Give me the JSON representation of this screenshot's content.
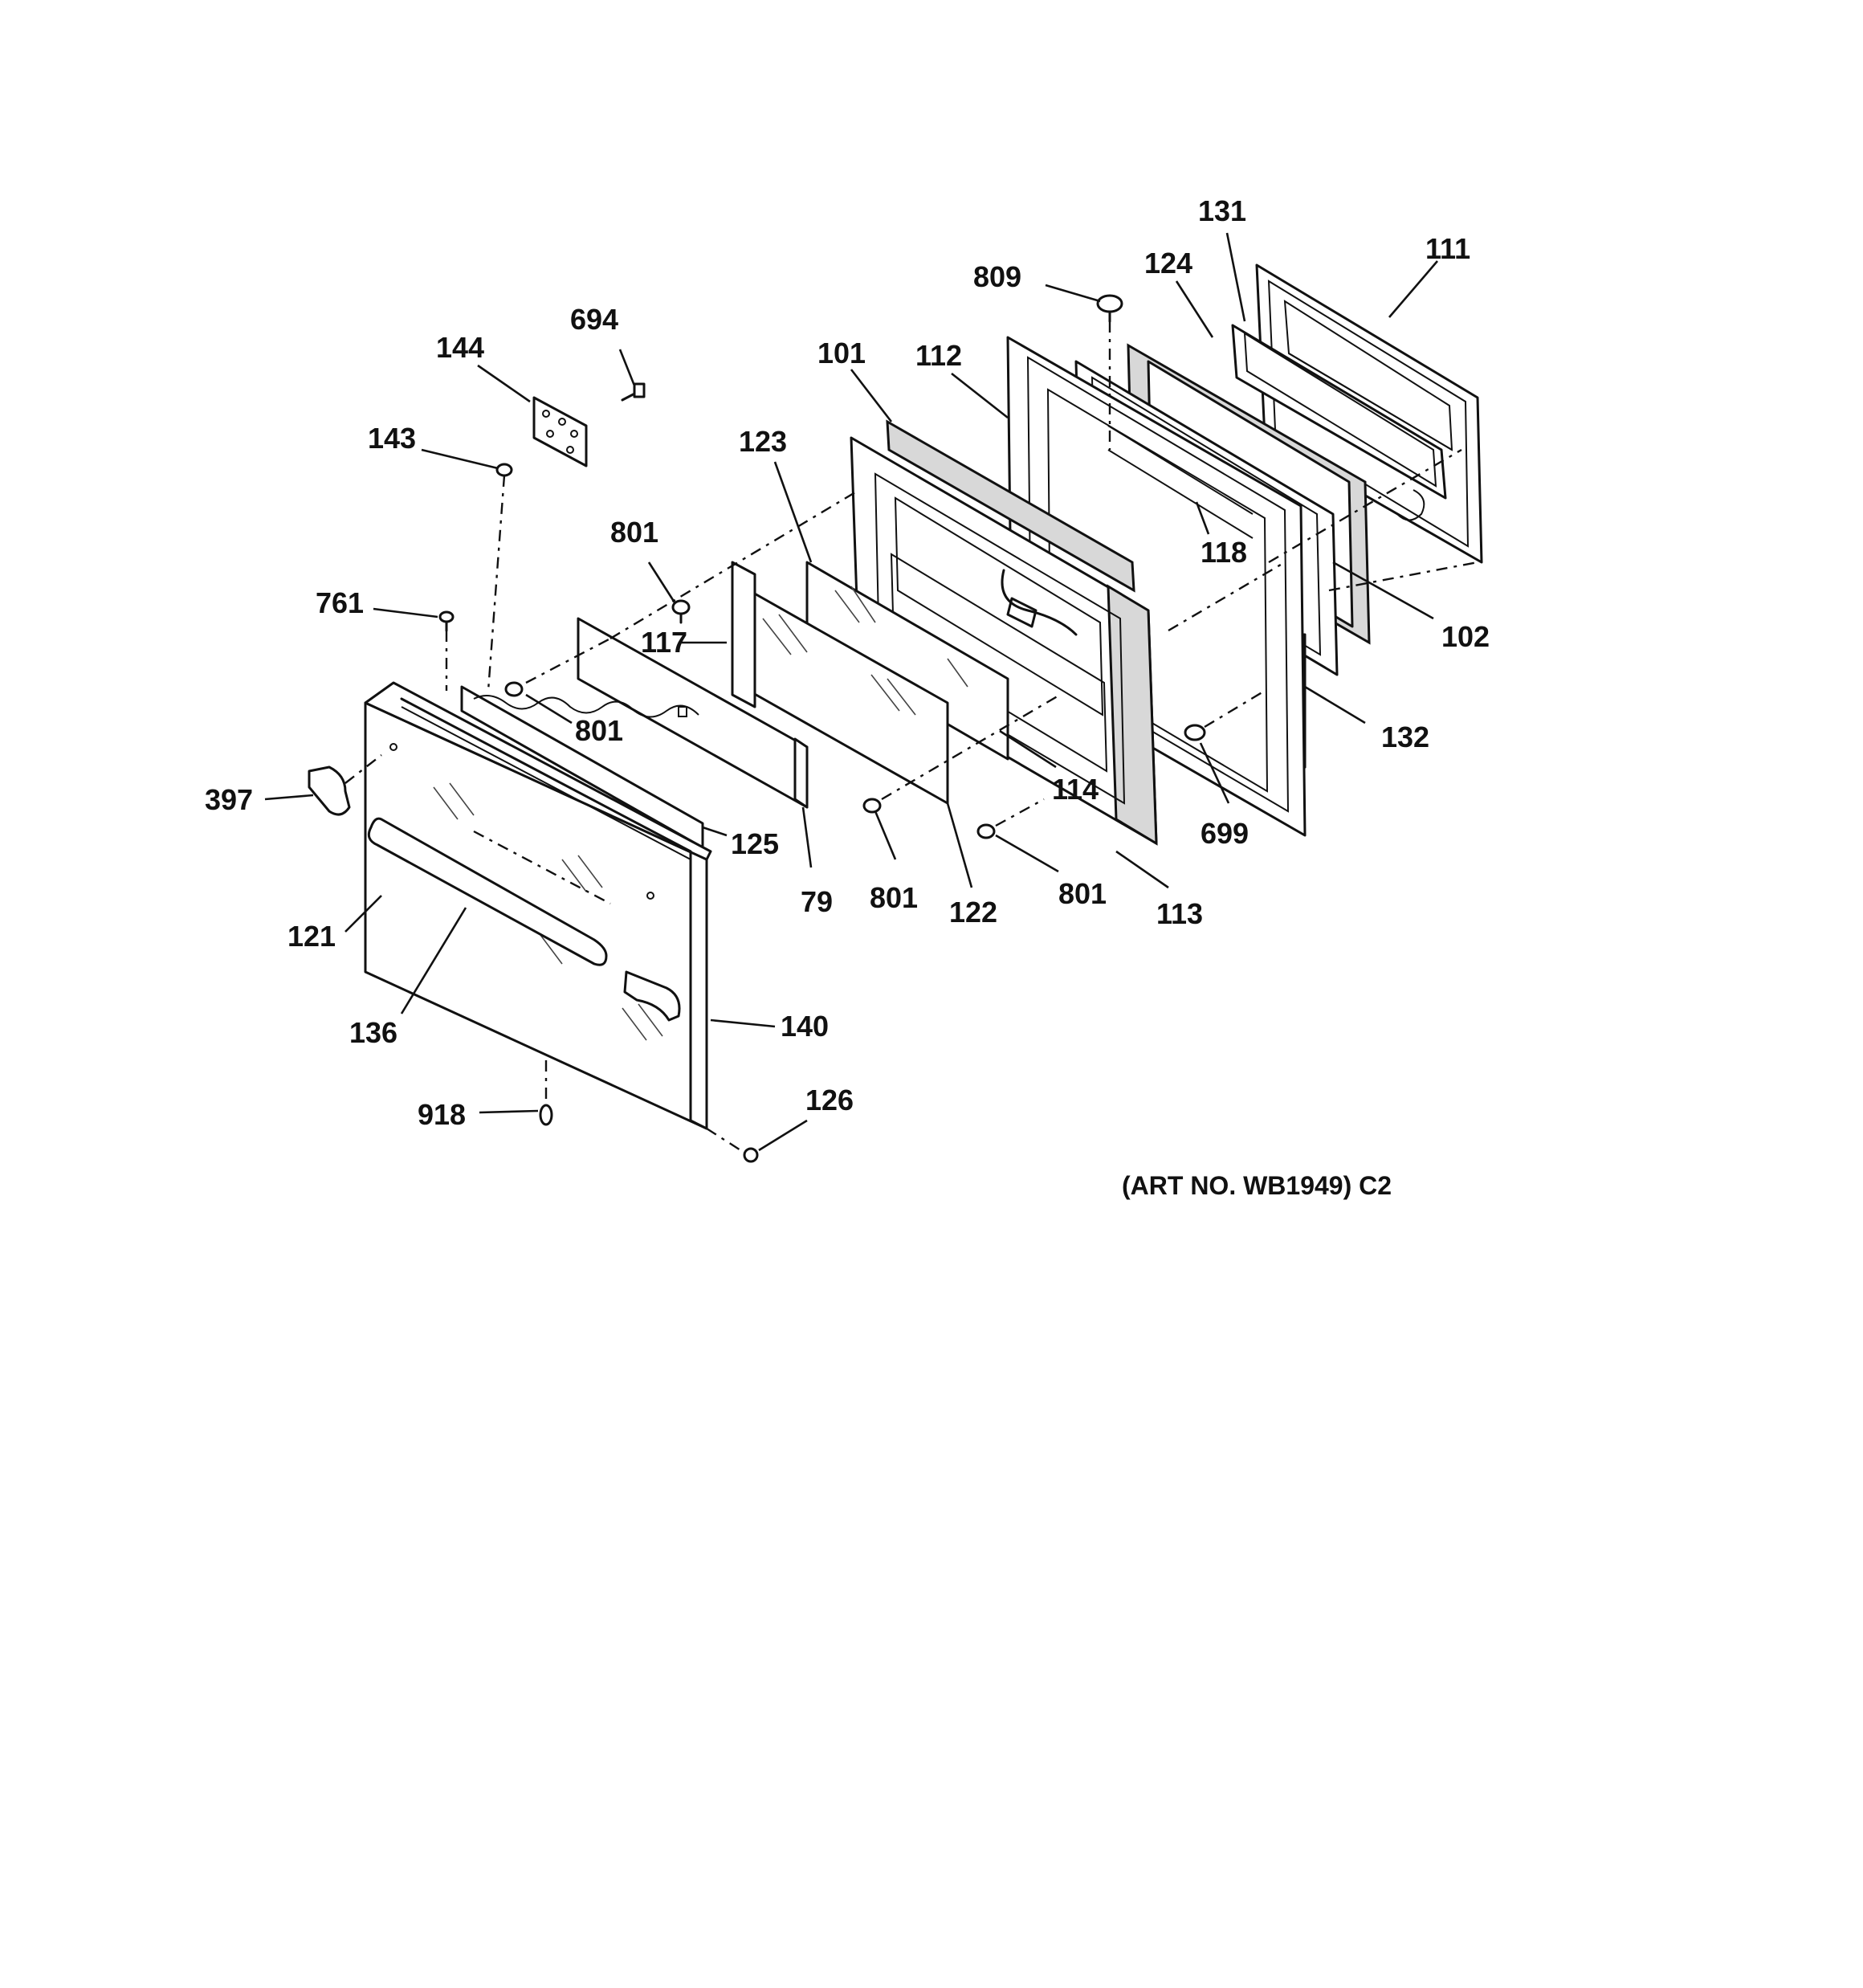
{
  "callouts": [
    {
      "id": "c111",
      "label": "111"
    },
    {
      "id": "c131",
      "label": "131"
    },
    {
      "id": "c124",
      "label": "124"
    },
    {
      "id": "c809",
      "label": "809"
    },
    {
      "id": "c694",
      "label": "694"
    },
    {
      "id": "c144",
      "label": "144"
    },
    {
      "id": "c101",
      "label": "101"
    },
    {
      "id": "c112",
      "label": "112"
    },
    {
      "id": "c143",
      "label": "143"
    },
    {
      "id": "c123",
      "label": "123"
    },
    {
      "id": "c118",
      "label": "118"
    },
    {
      "id": "c801a",
      "label": "801"
    },
    {
      "id": "c102",
      "label": "102"
    },
    {
      "id": "c761",
      "label": "761"
    },
    {
      "id": "c117",
      "label": "117"
    },
    {
      "id": "c801b",
      "label": "801"
    },
    {
      "id": "c132",
      "label": "132"
    },
    {
      "id": "c397",
      "label": "397"
    },
    {
      "id": "c114",
      "label": "114"
    },
    {
      "id": "c125",
      "label": "125"
    },
    {
      "id": "c699",
      "label": "699"
    },
    {
      "id": "c79",
      "label": "79"
    },
    {
      "id": "c801c",
      "label": "801"
    },
    {
      "id": "c122",
      "label": "122"
    },
    {
      "id": "c801d",
      "label": "801"
    },
    {
      "id": "c113",
      "label": "113"
    },
    {
      "id": "c121",
      "label": "121"
    },
    {
      "id": "c140",
      "label": "140"
    },
    {
      "id": "c136",
      "label": "136"
    },
    {
      "id": "c126",
      "label": "126"
    },
    {
      "id": "c918",
      "label": "918"
    }
  ],
  "art_number": "(ART NO. WB1949) C2"
}
